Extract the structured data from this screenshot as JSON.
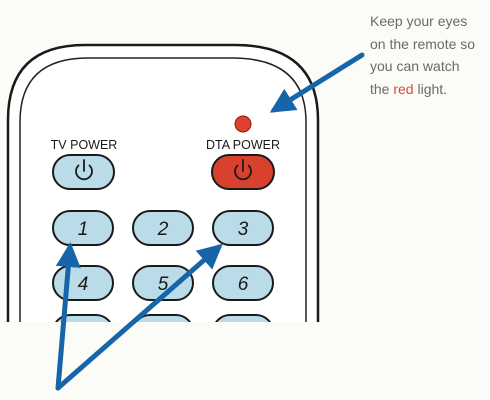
{
  "caption": {
    "line1": "Keep your eyes",
    "line2": "on the remote so",
    "line3": "you can watch",
    "line4_pre": "the ",
    "line4_red": "red",
    "line4_post": " light."
  },
  "remote": {
    "tv_power_label": "TV POWER",
    "dta_power_label": "DTA POWER",
    "keys": [
      "1",
      "2",
      "3",
      "4",
      "5",
      "6"
    ]
  },
  "colors": {
    "body": "#ffffff",
    "outline": "#1a1a1a",
    "key_fill": "#b9dce8",
    "dta_fill": "#d9412f",
    "indicator": "#e0402f",
    "arrow": "#1565a8",
    "caption_text": "#6a6a6a",
    "caption_red": "#d84a3a"
  },
  "icons": {
    "power_buttons": "power-icon",
    "indicator": "indicator-light-icon"
  }
}
